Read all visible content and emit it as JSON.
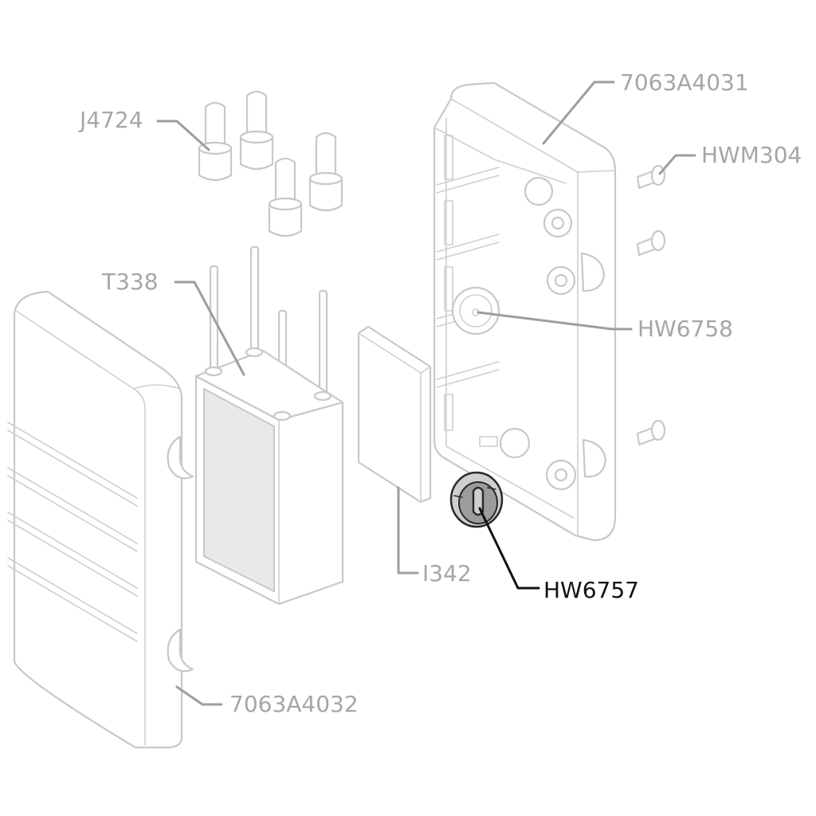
{
  "diagram": {
    "highlighted_part": "HW6757",
    "callouts": [
      {
        "id": "j4724",
        "label": "J4724"
      },
      {
        "id": "a4031",
        "label": "7063A4031"
      },
      {
        "id": "hwm304",
        "label": "HWM304"
      },
      {
        "id": "t338",
        "label": "T338"
      },
      {
        "id": "hw6758",
        "label": "HW6758"
      },
      {
        "id": "i342",
        "label": "I342"
      },
      {
        "id": "hw6757",
        "label": "HW6757"
      },
      {
        "id": "a4032",
        "label": "7063A4032"
      }
    ]
  },
  "colors": {
    "part_outline": "#c8c8c8",
    "label_muted": "#a6a6a6",
    "highlight": "#111111"
  }
}
